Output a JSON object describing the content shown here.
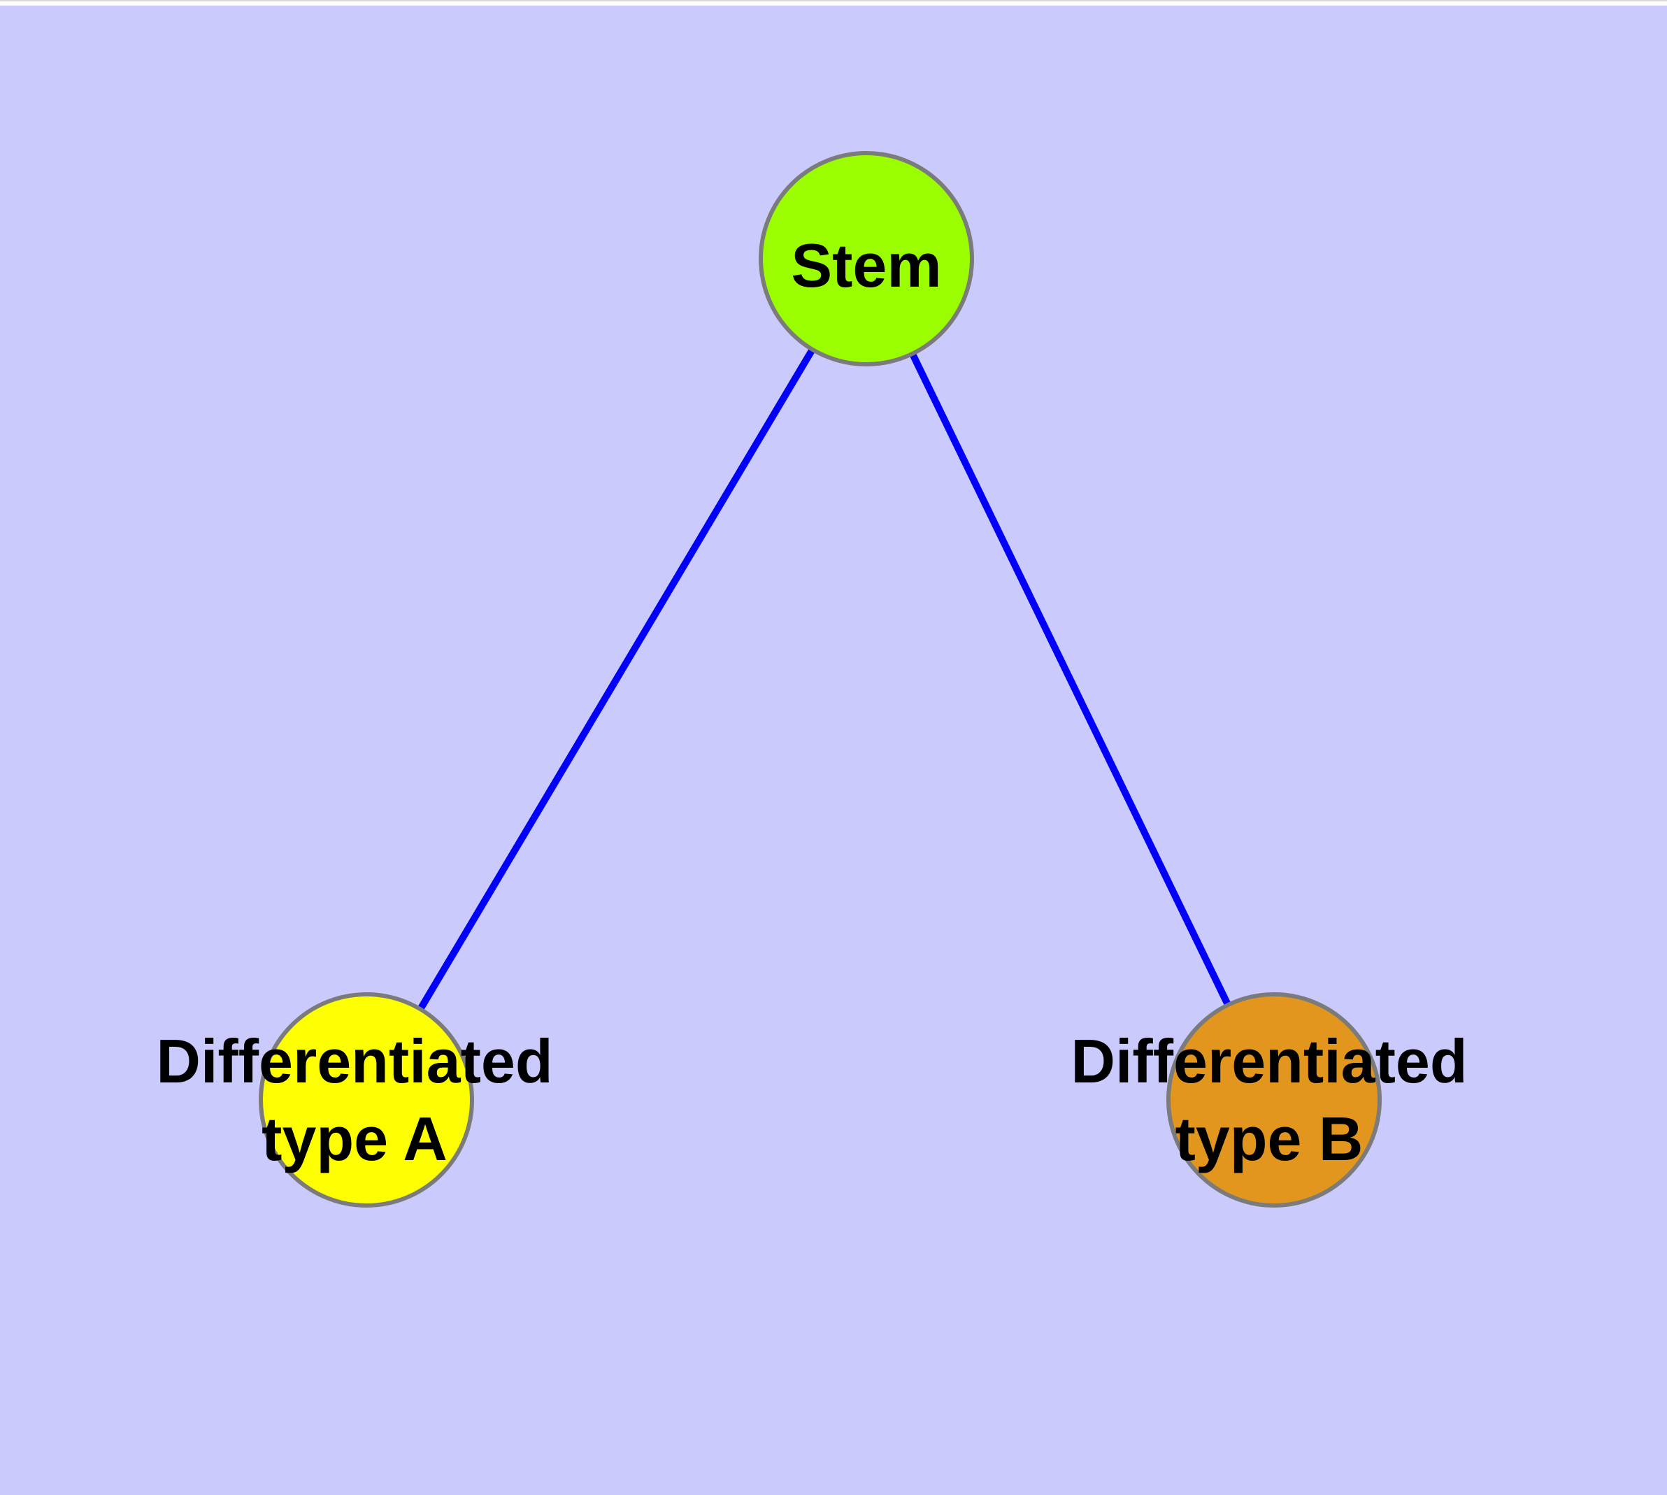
{
  "canvas": {
    "background_color": "#CACAFC",
    "top_strip_color": "#FFFFFF",
    "top_strip_border_color": "#D9D9D9"
  },
  "graph": {
    "type": "node-link-diagram",
    "edge_color": "#0000FB",
    "node_border_color": "#7B7B7B",
    "nodes": [
      {
        "id": "stem",
        "label": "Stem",
        "color": "#9AFE00"
      },
      {
        "id": "differentiated-type-a",
        "label_line1": "Differentiated",
        "label_line2": "type A",
        "color": "#FDFF00"
      },
      {
        "id": "differentiated-type-b",
        "label_line1": "Differentiated",
        "label_line2": "type B",
        "color": "#E2961E"
      }
    ],
    "edges": [
      {
        "from": "Stem",
        "to": "Differentiated type A"
      },
      {
        "from": "Stem",
        "to": "Differentiated type B"
      }
    ]
  }
}
